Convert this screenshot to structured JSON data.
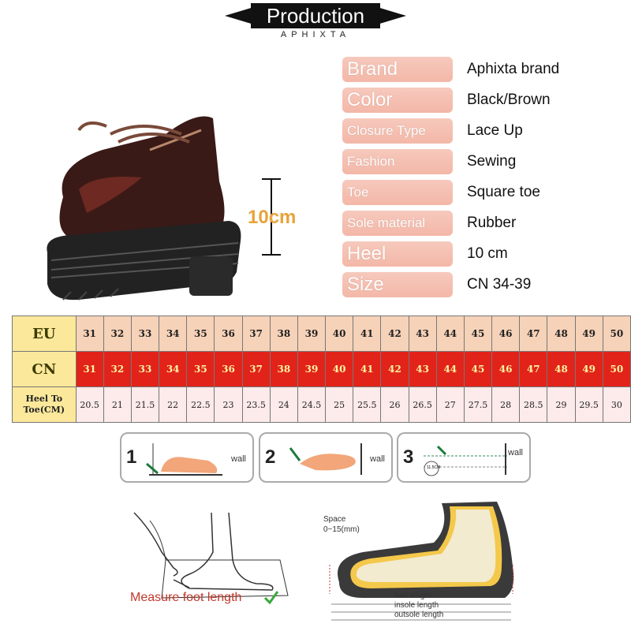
{
  "header": {
    "title": "Production",
    "subtitle": "APHIXTA"
  },
  "product": {
    "heel_marker_label": "10cm"
  },
  "specs": [
    {
      "key": "Brand",
      "value": "Aphixta brand",
      "size": "big"
    },
    {
      "key": "Color",
      "value": "Black/Brown",
      "size": "big"
    },
    {
      "key": "Closure Type",
      "value": "Lace Up",
      "size": "small"
    },
    {
      "key": "Fashion",
      "value": "Sewing",
      "size": "small"
    },
    {
      "key": "Toe",
      "value": "Square toe",
      "size": "small"
    },
    {
      "key": "Sole material",
      "value": "Rubber",
      "size": "small"
    },
    {
      "key": "Heel",
      "value": "10 cm",
      "size": "big"
    },
    {
      "key": "Size",
      "value": "CN 34-39",
      "size": "big"
    }
  ],
  "size_chart": {
    "eu_label": "EU",
    "cn_label": "CN",
    "heel_to_toe_label_line1": "Heel To",
    "heel_to_toe_label_line2": "Toe(CM)",
    "eu": [
      "31",
      "32",
      "33",
      "34",
      "35",
      "36",
      "37",
      "38",
      "39",
      "40",
      "41",
      "42",
      "43",
      "44",
      "45",
      "46",
      "47",
      "48",
      "49",
      "50"
    ],
    "cn": [
      "31",
      "32",
      "33",
      "34",
      "35",
      "36",
      "37",
      "38",
      "39",
      "40",
      "41",
      "42",
      "43",
      "44",
      "45",
      "46",
      "47",
      "48",
      "49",
      "50"
    ],
    "heel_to_toe": [
      "20.5",
      "21",
      "21.5",
      "22",
      "22.5",
      "23",
      "23.5",
      "24",
      "24.5",
      "25",
      "25.5",
      "26",
      "26.5",
      "27",
      "27.5",
      "28",
      "28.5",
      "29",
      "29.5",
      "30"
    ]
  },
  "measure_steps": [
    {
      "number": "1",
      "wall_label": "wall"
    },
    {
      "number": "2",
      "wall_label": "wall"
    },
    {
      "number": "3",
      "wall_label": "wall",
      "badge": "11.5CM"
    }
  ],
  "measure_caption": "Measure foot length",
  "foot_diagram": {
    "space_label": "Space",
    "space_range": "0~15(mm)",
    "foot_length": "foot length",
    "insole_length": "insole length",
    "outsole_length": "outsole length"
  },
  "colors": {
    "spec_key_bg": "#f3b7a7",
    "cn_row": "#e2231a",
    "eu_row": "#f6d2b8",
    "header_bg": "#fbe89b"
  }
}
